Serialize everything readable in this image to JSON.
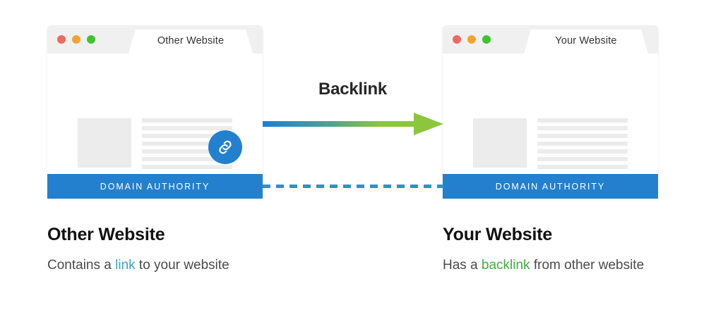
{
  "colors": {
    "accent_blue": "#2380ce",
    "dashed_blue": "#2a94c8",
    "arrow_start": "#1a7fd4",
    "arrow_end": "#8cc63f",
    "link_text": "#3ba3c4",
    "backlink_text": "#3fae3f",
    "dot_red": "#ec6a5e",
    "dot_yellow": "#f0a431",
    "dot_green": "#3fc32e",
    "placeholder_gray": "#ececec",
    "titlebar_gray": "#f0f0f0"
  },
  "left_window": {
    "tab_title": "Other Website",
    "authority_label": "DOMAIN AUTHORITY",
    "has_link_badge": true,
    "link_icon": "chain-link-icon",
    "content_line_count": 7,
    "traffic_lights": [
      "close-dot",
      "minimize-dot",
      "maximize-dot"
    ]
  },
  "right_window": {
    "tab_title": "Your Website",
    "authority_label": "DOMAIN AUTHORITY",
    "has_link_badge": false,
    "content_line_count": 7,
    "traffic_lights": [
      "close-dot",
      "minimize-dot",
      "maximize-dot"
    ]
  },
  "connector": {
    "arrow_label": "Backlink",
    "arrow_direction": "left-to-right",
    "dashed_line": true
  },
  "left_caption": {
    "title": "Other Website",
    "text_before": "Contains a ",
    "highlight": "link",
    "text_after": " to your website"
  },
  "right_caption": {
    "title": "Your Website",
    "text_before": "Has a ",
    "highlight": "backlink",
    "text_after": " from other website"
  }
}
